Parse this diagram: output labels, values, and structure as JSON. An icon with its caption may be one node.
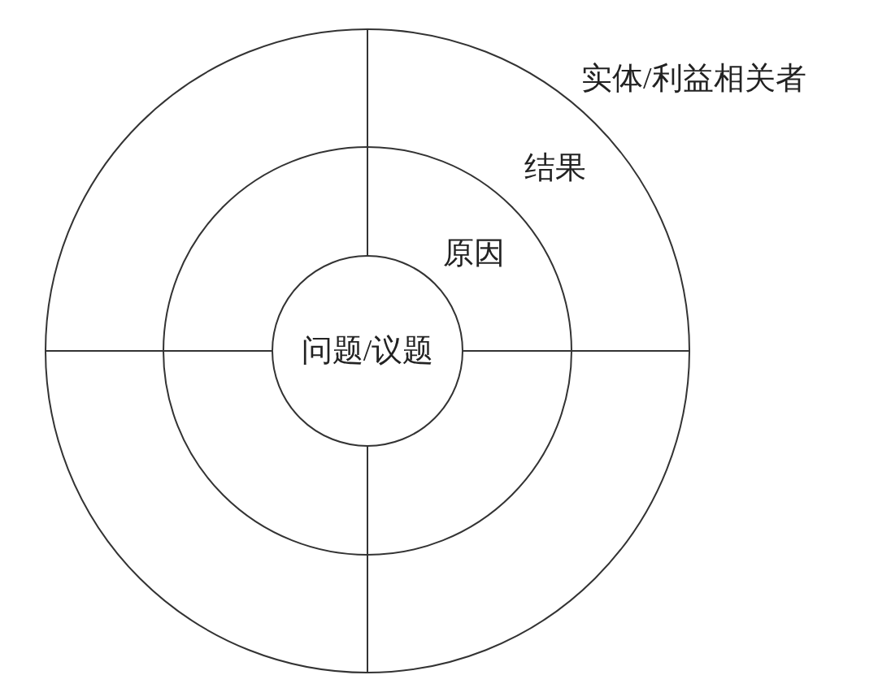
{
  "diagram": {
    "nodes": [
      {
        "text": [
          "实体/利益相关者",
          "结果"
        ]
      },
      {
        "text": [
          "原因"
        ],
        "in": 0
      },
      {
        "text": [
          "问题/议题"
        ],
        "in": 1
      }
    ]
  }
}
